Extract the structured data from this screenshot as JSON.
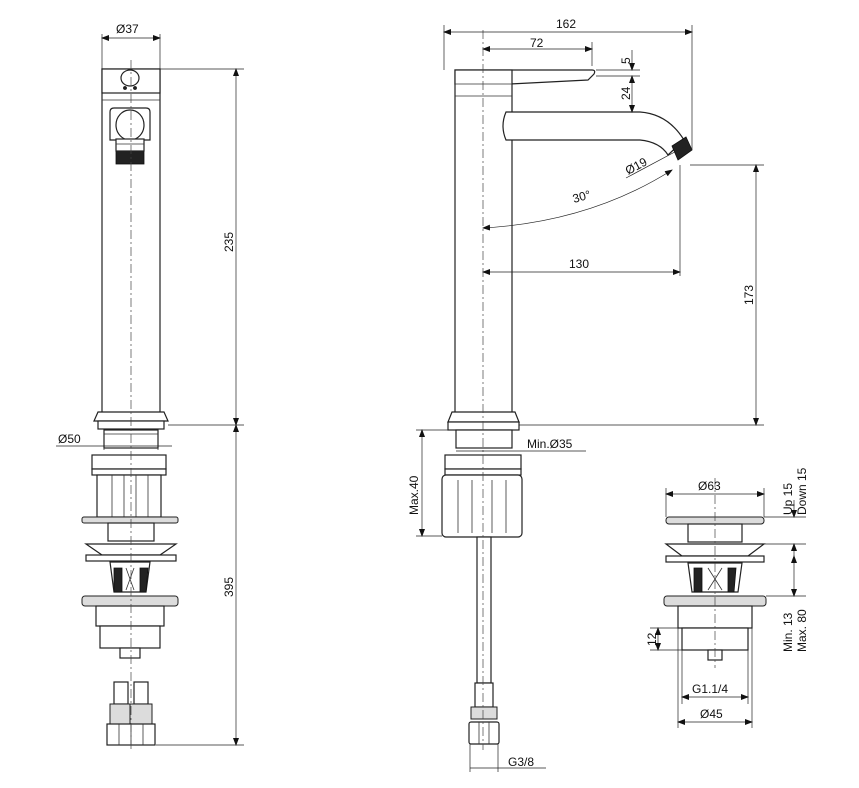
{
  "labels": {
    "d37": "Ø37",
    "h235": "235",
    "d50": "Ø50",
    "h395": "395",
    "w162": "162",
    "w72": "72",
    "h5": "5",
    "h24": "24",
    "d19": "Ø19",
    "ang30": "30°",
    "w130": "130",
    "h173": "173",
    "min35": "Min.Ø35",
    "max40": "Max.40",
    "g38": "G3/8",
    "d63": "Ø63",
    "up15": "Up 15",
    "down15": "Down 15",
    "min13": "Min. 13",
    "max80": "Max. 80",
    "h12": "12",
    "g114": "G1.1/4",
    "d45": "Ø45"
  }
}
